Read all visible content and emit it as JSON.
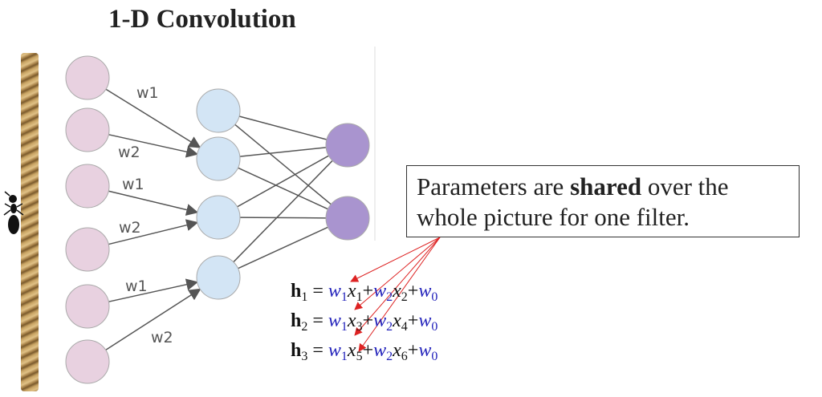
{
  "title": "1-D Convolution",
  "network": {
    "weight_labels": [
      "w1",
      "w2",
      "w1",
      "w2",
      "w1",
      "w2"
    ],
    "input_node_color": "#e8d1e0",
    "hidden_node_color": "#d3e5f5",
    "output_node_color": "#a994cf"
  },
  "callout": {
    "text_before": "Parameters are ",
    "bold_word": "shared",
    "text_after": " over the whole picture for one filter."
  },
  "equations": [
    {
      "h": "h",
      "h_sub": "1",
      "eq": " = ",
      "w1": "w",
      "w1_sub": "1",
      "x1": "x",
      "x1_sub": "1",
      "plus1": "+",
      "w2": "w",
      "w2_sub": "2",
      "x2": "x",
      "x2_sub": "2",
      "plus2": "+",
      "w0": "w",
      "w0_sub": "0"
    },
    {
      "h": "h",
      "h_sub": "2",
      "eq": " = ",
      "w1": "w",
      "w1_sub": "1",
      "x1": "x",
      "x1_sub": "3",
      "plus1": "+",
      "w2": "w",
      "w2_sub": "2",
      "x2": "x",
      "x2_sub": "4",
      "plus2": "+",
      "w0": "w",
      "w0_sub": "0"
    },
    {
      "h": "h",
      "h_sub": "3",
      "eq": " = ",
      "w1": "w",
      "w1_sub": "1",
      "x1": "x",
      "x1_sub": "5",
      "plus1": "+",
      "w2": "w",
      "w2_sub": "2",
      "x2": "x",
      "x2_sub": "6",
      "plus2": "+",
      "w0": "w",
      "w0_sub": "0"
    }
  ],
  "arrow_color": "#dd2222"
}
